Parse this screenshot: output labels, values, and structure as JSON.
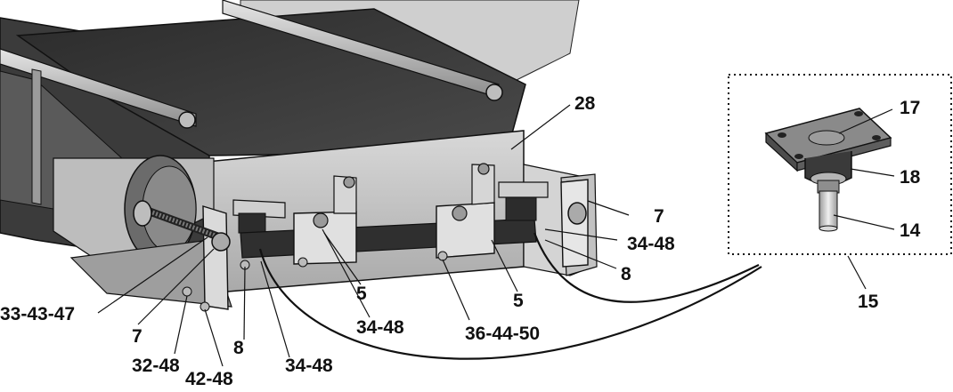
{
  "callouts": {
    "c28": "28",
    "c17": "17",
    "c18": "18",
    "c14": "14",
    "c15": "15",
    "c7_right": "7",
    "c34_48_right": "34-48",
    "c8_right": "8",
    "c5_a": "5",
    "c5_b": "5",
    "c36_44_50": "36-44-50",
    "c34_48_mid": "34-48",
    "c34_48_bottom": "34-48",
    "c8_left": "8",
    "c7_left": "7",
    "c33_43_47": "33-43-47",
    "c32_48": "32-48",
    "c42_48": "42-48"
  },
  "colors": {
    "frame_dark": "#2e2e2e",
    "frame_mid": "#7d7d7d",
    "frame_light": "#c9c9c9",
    "belt": "#3a3a3a",
    "outline": "#111111"
  }
}
